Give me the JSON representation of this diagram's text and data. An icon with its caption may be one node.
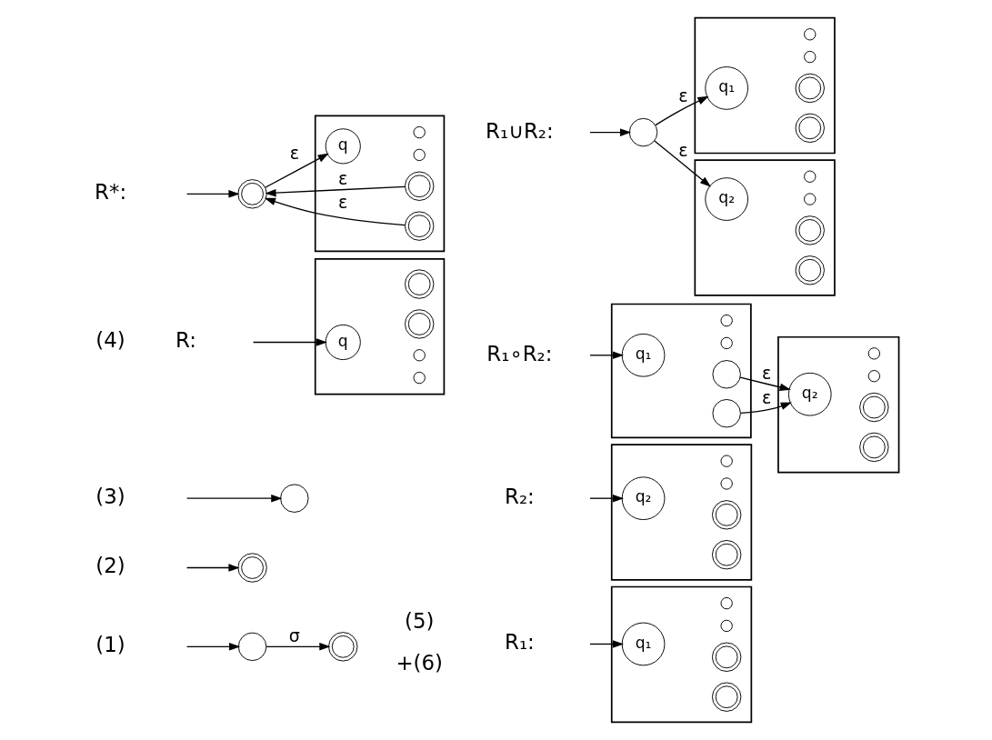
{
  "diagram": {
    "nodes": [
      {
        "text": [],
        "shape": "circle"
      },
      {
        "text": [],
        "shape": "doublecircle"
      },
      {
        "text": [],
        "shape": "doublecircle"
      },
      {
        "text": [],
        "shape": "circle"
      },
      {
        "text": [],
        "shape": "box"
      },
      {
        "text": [
          "q"
        ],
        "in": 4
      },
      {
        "text": [],
        "shape": "doublecircle",
        "in": 4
      },
      {
        "text": [],
        "shape": "doublecircle",
        "in": 4
      },
      {
        "text": [],
        "shape": "circle",
        "in": 4
      },
      {
        "text": [],
        "shape": "circle",
        "in": 4
      },
      {
        "text": [],
        "shape": "doublecircle"
      },
      {
        "text": [],
        "shape": "box"
      },
      {
        "text": [
          "q"
        ],
        "in": 11
      },
      {
        "text": [],
        "shape": "doublecircle",
        "in": 11
      },
      {
        "text": [],
        "shape": "doublecircle",
        "in": 11
      },
      {
        "text": [],
        "shape": "circle",
        "in": 11
      },
      {
        "text": [],
        "shape": "circle",
        "in": 11
      },
      {
        "text": [],
        "shape": "box"
      },
      {
        "text": [
          "q₁"
        ],
        "in": 17
      },
      {
        "text": [],
        "shape": "doublecircle",
        "in": 17
      },
      {
        "text": [],
        "shape": "doublecircle",
        "in": 17
      },
      {
        "text": [],
        "shape": "circle",
        "in": 17
      },
      {
        "text": [],
        "shape": "circle",
        "in": 17
      },
      {
        "text": [],
        "shape": "box"
      },
      {
        "text": [
          "q₂"
        ],
        "in": 23
      },
      {
        "text": [],
        "shape": "doublecircle",
        "in": 23
      },
      {
        "text": [],
        "shape": "doublecircle",
        "in": 23
      },
      {
        "text": [],
        "shape": "circle",
        "in": 23
      },
      {
        "text": [],
        "shape": "circle",
        "in": 23
      },
      {
        "text": [],
        "shape": "box"
      },
      {
        "text": [
          "q₁"
        ],
        "in": 29
      },
      {
        "text": [],
        "shape": "circle",
        "in": 29
      },
      {
        "text": [],
        "shape": "circle",
        "in": 29
      },
      {
        "text": [],
        "shape": "circle",
        "in": 29
      },
      {
        "text": [],
        "shape": "circle",
        "in": 29
      },
      {
        "text": [],
        "shape": "box"
      },
      {
        "text": [
          "q₂"
        ],
        "in": 35
      },
      {
        "text": [],
        "shape": "doublecircle",
        "in": 35
      },
      {
        "text": [],
        "shape": "doublecircle",
        "in": 35
      },
      {
        "text": [],
        "shape": "circle",
        "in": 35
      },
      {
        "text": [],
        "shape": "circle",
        "in": 35
      },
      {
        "text": [],
        "shape": "circle"
      },
      {
        "text": [],
        "shape": "box"
      },
      {
        "text": [
          "q₁"
        ],
        "in": 42
      },
      {
        "text": [],
        "shape": "doublecircle",
        "in": 42
      },
      {
        "text": [],
        "shape": "doublecircle",
        "in": 42
      },
      {
        "text": [],
        "shape": "circle",
        "in": 42
      },
      {
        "text": [],
        "shape": "circle",
        "in": 42
      },
      {
        "text": [],
        "shape": "box"
      },
      {
        "text": [
          "q₂"
        ],
        "in": 48
      },
      {
        "text": [],
        "shape": "doublecircle",
        "in": 48
      },
      {
        "text": [],
        "shape": "doublecircle",
        "in": 48
      },
      {
        "text": [],
        "shape": "circle",
        "in": 48
      },
      {
        "text": [],
        "shape": "circle",
        "in": 48
      }
    ],
    "edges": [
      {
        "from": null,
        "to": 0,
        "arrow": "to"
      },
      {
        "from": 0,
        "to": 1,
        "label": "σ",
        "arrow": "to"
      },
      {
        "from": null,
        "to": 2,
        "arrow": "to"
      },
      {
        "from": null,
        "to": 3,
        "arrow": "to"
      },
      {
        "from": null,
        "to": 5,
        "arrow": "to"
      },
      {
        "from": null,
        "to": 10,
        "arrow": "to"
      },
      {
        "from": 10,
        "to": 12,
        "label": "ε",
        "arrow": "to"
      },
      {
        "from": 13,
        "to": 10,
        "label": "ε",
        "arrow": "to"
      },
      {
        "from": 14,
        "to": 10,
        "label": "ε",
        "arrow": "to"
      },
      {
        "from": null,
        "to": 18,
        "arrow": "to"
      },
      {
        "from": null,
        "to": 24,
        "arrow": "to"
      },
      {
        "from": null,
        "to": 30,
        "arrow": "to"
      },
      {
        "from": 31,
        "to": 36,
        "label": "ε",
        "arrow": "to"
      },
      {
        "from": 32,
        "to": 36,
        "label": "ε",
        "arrow": "to"
      },
      {
        "from": null,
        "to": 41,
        "arrow": "to"
      },
      {
        "from": 41,
        "to": 43,
        "label": "ε",
        "arrow": "to"
      },
      {
        "from": 41,
        "to": 49,
        "label": "ε",
        "arrow": "to"
      }
    ],
    "labels": [
      "(1)",
      "(2)",
      "(3)",
      "(4)",
      "R:",
      "R*:",
      "R₁:",
      "(5)",
      "+(6)",
      "R₂:",
      "R₁∘R₂:",
      "R₁∪R₂:"
    ]
  }
}
